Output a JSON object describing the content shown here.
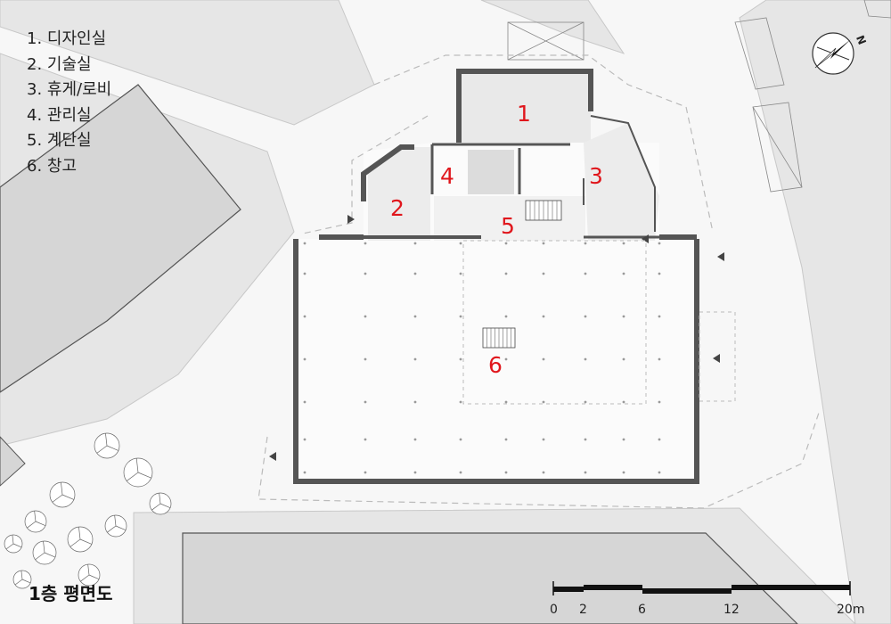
{
  "legend": {
    "items": [
      "1. 디자인실",
      "2. 기술실",
      "3. 휴게/로비",
      "4. 관리실",
      "5. 계단실",
      "6. 창고"
    ]
  },
  "rooms": [
    "1",
    "2",
    "3",
    "4",
    "5",
    "6"
  ],
  "title": "1층 평면도",
  "scale": {
    "ticks": [
      "0",
      "2",
      "6",
      "12",
      "20m"
    ]
  },
  "colors": {
    "site": "#e6e6e6",
    "ground": "#f7f7f7",
    "wall": "#555555",
    "room_number": "#e0161c"
  },
  "icons": {
    "north_arrow": "north-arrow-icon",
    "north_letter": "N"
  }
}
